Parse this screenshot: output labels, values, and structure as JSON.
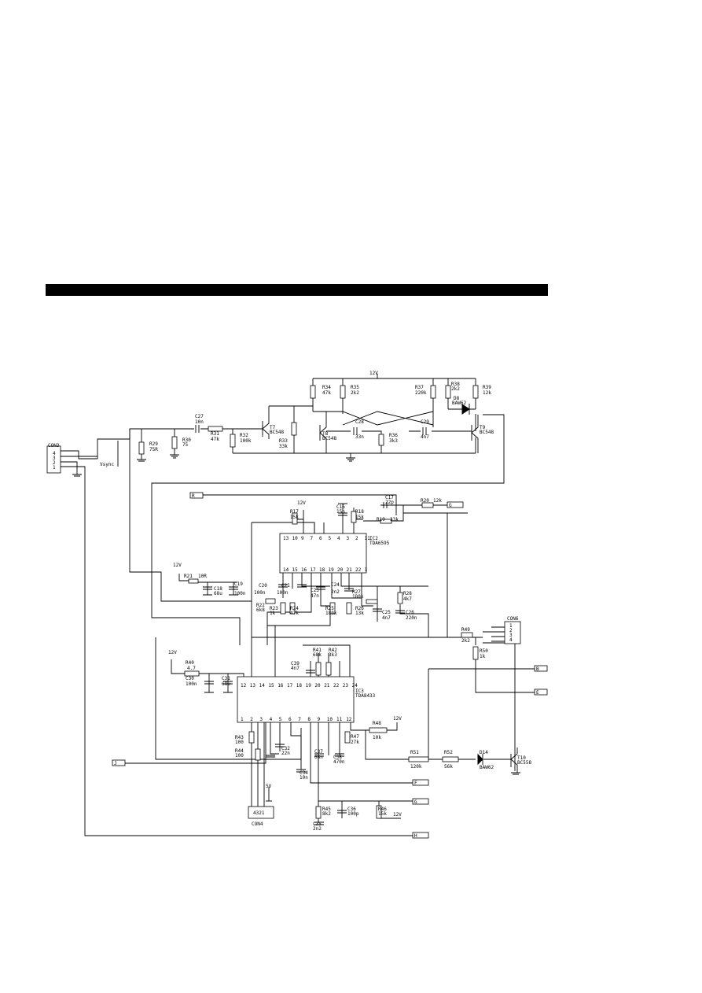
{
  "supply": {
    "v12": "12V",
    "v5": "5V"
  },
  "connectors": {
    "con3": {
      "label": "CON3",
      "pins": [
        "4",
        "3",
        "2",
        "1"
      ],
      "net": "Vsync"
    },
    "con6": {
      "label": "CON6",
      "pins": [
        "1",
        "2",
        "3",
        "4"
      ]
    },
    "con4": {
      "label": "CON4",
      "pins": "4321"
    }
  },
  "ics": {
    "ic2": {
      "ref": "IC2",
      "part": "TDA6595",
      "top_pins": [
        "13",
        "10",
        "9",
        "7",
        "6",
        "5",
        "4",
        "3",
        "2",
        "11"
      ],
      "bottom_pins": [
        "14",
        "15",
        "16",
        "17",
        "18",
        "19",
        "20",
        "21",
        "22",
        "1"
      ]
    },
    "ic3": {
      "ref": "IC3",
      "part": "TDA8433",
      "top_pins": [
        "12",
        "13",
        "14",
        "15",
        "16",
        "17",
        "18",
        "19",
        "20",
        "21",
        "22",
        "23",
        "24"
      ],
      "bottom_pins": [
        "1",
        "2",
        "3",
        "4",
        "5",
        "6",
        "7",
        "8",
        "9",
        "10",
        "11",
        "12"
      ]
    }
  },
  "transistors": [
    {
      "ref": "T7",
      "part": "BC548"
    },
    {
      "ref": "T8",
      "part": "BC548"
    },
    {
      "ref": "T9",
      "part": "BC548"
    },
    {
      "ref": "T10",
      "part": "BC558"
    }
  ],
  "diodes": [
    {
      "ref": "D8",
      "part": "BAW62"
    },
    {
      "ref": "D14",
      "part": "BAW62"
    }
  ],
  "resistors": [
    {
      "ref": "R29",
      "val": "75R"
    },
    {
      "ref": "R30",
      "val": "75"
    },
    {
      "ref": "R31",
      "val": "47k"
    },
    {
      "ref": "R32",
      "val": "100k"
    },
    {
      "ref": "R33",
      "val": "33k"
    },
    {
      "ref": "R34",
      "val": "47k"
    },
    {
      "ref": "R35",
      "val": "2k2"
    },
    {
      "ref": "R36",
      "val": "3k3"
    },
    {
      "ref": "R37",
      "val": "220k"
    },
    {
      "ref": "R38",
      "val": "2k2"
    },
    {
      "ref": "R39",
      "val": "12k"
    },
    {
      "ref": "R17",
      "val": "15k"
    },
    {
      "ref": "R18",
      "val": "15k"
    },
    {
      "ref": "R19",
      "val": "33k"
    },
    {
      "ref": "R20",
      "val": "12k"
    },
    {
      "ref": "R21",
      "val": "10R"
    },
    {
      "ref": "R22",
      "val": "6k8"
    },
    {
      "ref": "R23",
      "val": "1k"
    },
    {
      "ref": "R24",
      "val": "47k"
    },
    {
      "ref": "R25",
      "val": "180k"
    },
    {
      "ref": "R26",
      "val": "13k"
    },
    {
      "ref": "R27",
      "val": "180k"
    },
    {
      "ref": "R28",
      "val": "4k7"
    },
    {
      "ref": "R40",
      "val": "4.7"
    },
    {
      "ref": "R41",
      "val": "68k"
    },
    {
      "ref": "R42",
      "val": "3k3"
    },
    {
      "ref": "R43",
      "val": "100"
    },
    {
      "ref": "R44",
      "val": "100"
    },
    {
      "ref": "R45",
      "val": "8k2"
    },
    {
      "ref": "R46",
      "val": "15k"
    },
    {
      "ref": "R47",
      "val": "27k"
    },
    {
      "ref": "R48",
      "val": "10k"
    },
    {
      "ref": "R49",
      "val": "2k2"
    },
    {
      "ref": "R50",
      "val": "1k"
    },
    {
      "ref": "R51",
      "val": "120k"
    },
    {
      "ref": "R52",
      "val": "56k"
    }
  ],
  "capacitors": [
    {
      "ref": "C27",
      "val": "10n"
    },
    {
      "ref": "C28",
      "val": "33n"
    },
    {
      "ref": "C29",
      "val": "4n7"
    },
    {
      "ref": "C16",
      "val": "15n"
    },
    {
      "ref": "C17",
      "val": "22p"
    },
    {
      "ref": "C18",
      "val": "68u"
    },
    {
      "ref": "C19",
      "val": "100n"
    },
    {
      "ref": "C20",
      "val": "100n"
    },
    {
      "ref": "C21",
      "val": "100n"
    },
    {
      "ref": "C23",
      "val": "47n"
    },
    {
      "ref": "C24",
      "val": "2n2"
    },
    {
      "ref": "C25",
      "val": "4n7"
    },
    {
      "ref": "C26",
      "val": "220n"
    },
    {
      "ref": "C30",
      "val": "100n"
    },
    {
      "ref": "C31",
      "val": "68u"
    },
    {
      "ref": "C32",
      "val": "22n"
    },
    {
      "ref": "C34",
      "val": "10n"
    },
    {
      "ref": "C35",
      "val": "2n2"
    },
    {
      "ref": "C36",
      "val": "100p"
    },
    {
      "ref": "C37",
      "val": "68n"
    },
    {
      "ref": "C38",
      "val": "470n"
    },
    {
      "ref": "C39",
      "val": "4n7"
    }
  ],
  "net_tags": {
    "r": "R",
    "g": "G",
    "b": "B",
    "e": "E",
    "j": "J",
    "f": "F",
    "h": "H"
  }
}
